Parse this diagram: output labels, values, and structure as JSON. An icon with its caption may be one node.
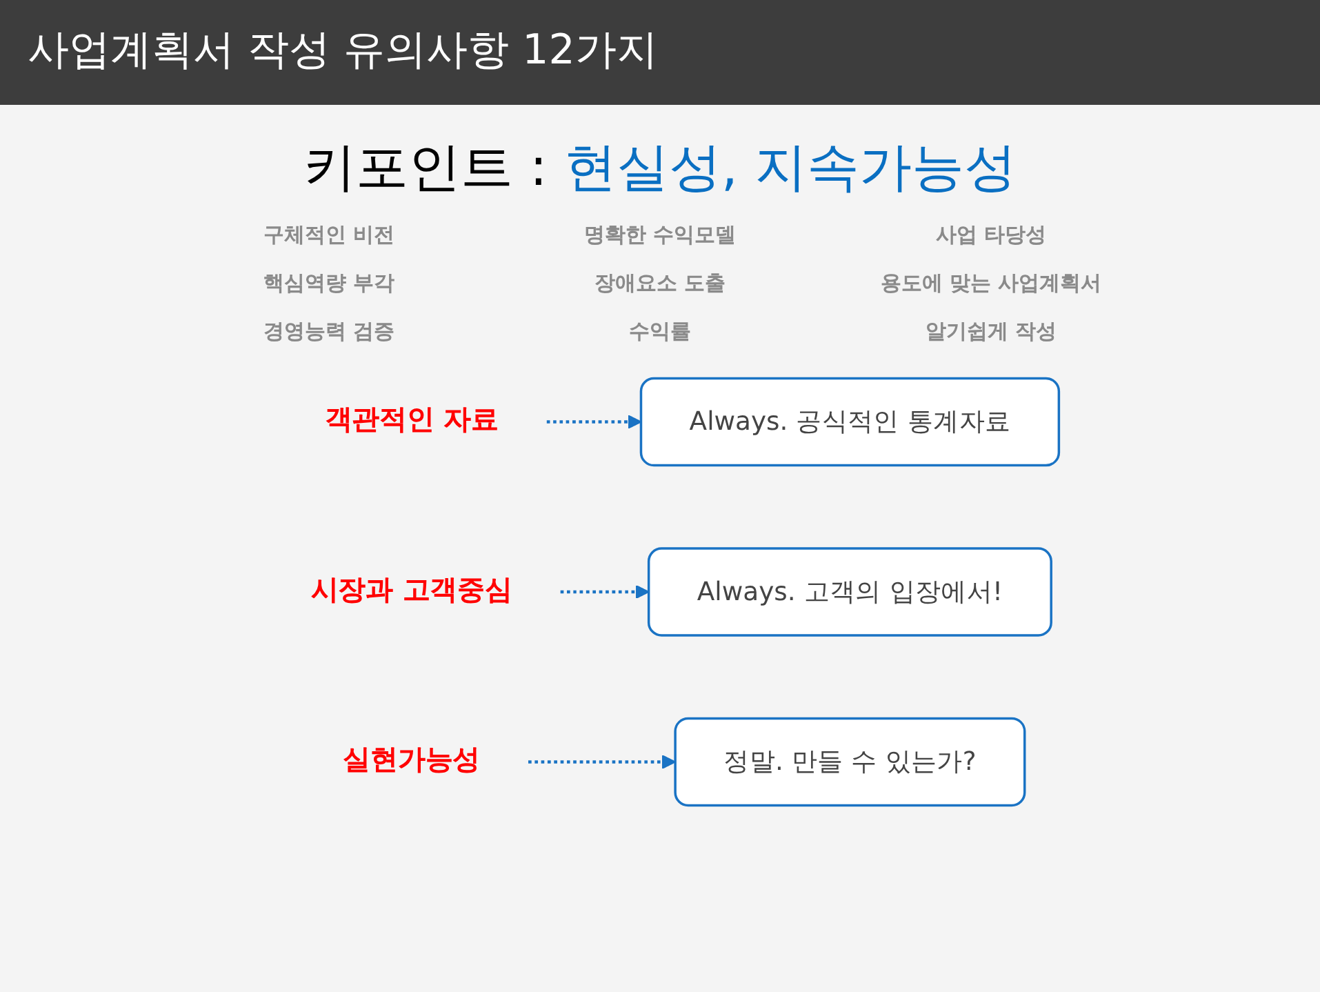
{
  "diagram": {
    "title": "사업계획서 작성 유의사항 12가지",
    "nodes": [
      {
        "text": [
          "Always. 공식적인 통계자료"
        ]
      },
      {
        "text": [
          "객관적인 자료"
        ]
      },
      {
        "text": [
          "시장과 고객중심"
        ]
      },
      {
        "text": [
          "Always. 고객의 입장에서!"
        ]
      },
      {
        "text": [
          "실현가능성"
        ]
      },
      {
        "text": [
          "정말. 만들 수 있는가?"
        ]
      }
    ],
    "edges": [
      {
        "from": 1,
        "to": 0,
        "arrow": "to",
        "style": "dashed"
      },
      {
        "from": 2,
        "to": 3,
        "arrow": "to",
        "style": "dashed"
      },
      {
        "from": 4,
        "to": 5,
        "arrow": "to",
        "style": "dashed"
      }
    ],
    "labels": [
      "키포인트 :",
      "현실성, 지속가능성",
      "구체적인 비전",
      "명확한 수익모델",
      "사업 타당성",
      "핵심역량 부각",
      "장애요소 도출",
      "용도에 맞는 사업계획서",
      "경영능력 검증",
      "수익률",
      "알기쉽게 작성"
    ]
  }
}
